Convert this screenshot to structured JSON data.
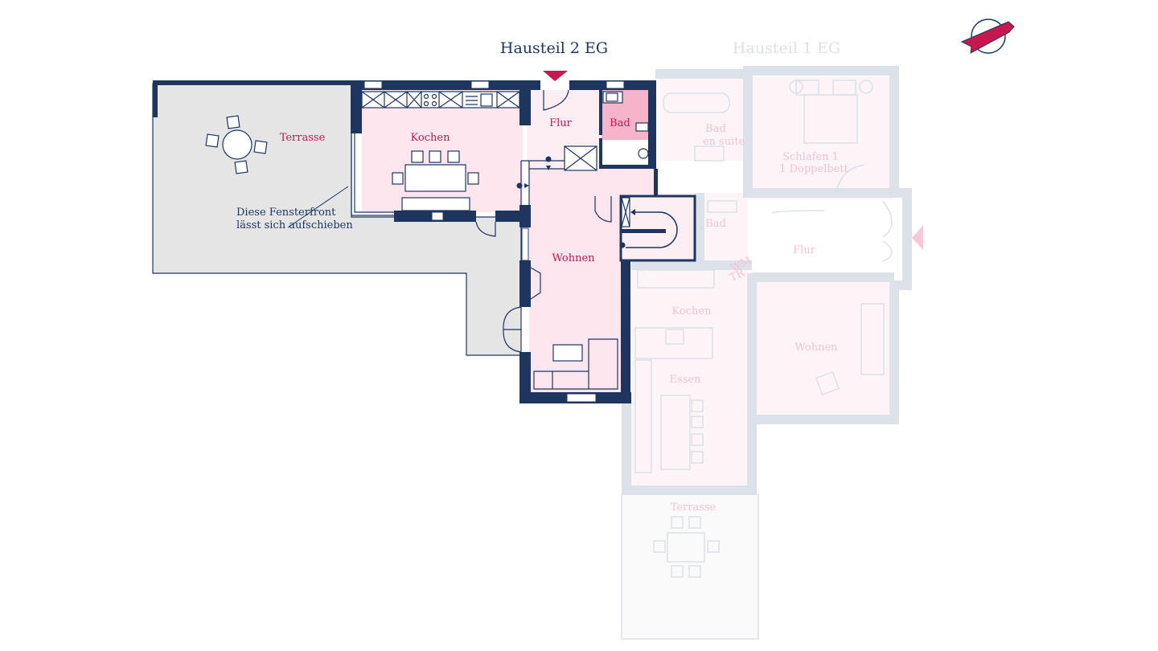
{
  "titles": {
    "active": "Hausteil 2 EG",
    "inactive": "Hausteil 1 EG"
  },
  "hausteil2": {
    "rooms": {
      "terrasse": "Terrasse",
      "kochen": "Kochen",
      "flur": "Flur",
      "bad": "Bad",
      "wohnen": "Wohnen"
    },
    "annotation": {
      "line1": "Diese Fensterfront",
      "line2": "lässt sich aufschieben"
    }
  },
  "hausteil1": {
    "rooms": {
      "bad_en_suite": "Bad",
      "bad_en_suite_sub": "en suite",
      "schlafen": "Schlafen 1",
      "schlafen_sub": "1 Doppelbett",
      "bad": "Bad",
      "wm": "WM",
      "tr": "TR",
      "flur": "Flur",
      "kochen": "Kochen",
      "essen": "Essen",
      "wohnen": "Wohnen",
      "terrasse": "Terrasse"
    }
  },
  "colors": {
    "navy": "#1e3560",
    "accent": "#c8164f",
    "room": "#fde6ee",
    "bath": "#f7b3c9",
    "terrace": "#e5e5e5",
    "faded_wall": "#dde1e8"
  },
  "icons": {
    "compass": "compass-icon",
    "entrance": "entrance-arrow-icon"
  }
}
